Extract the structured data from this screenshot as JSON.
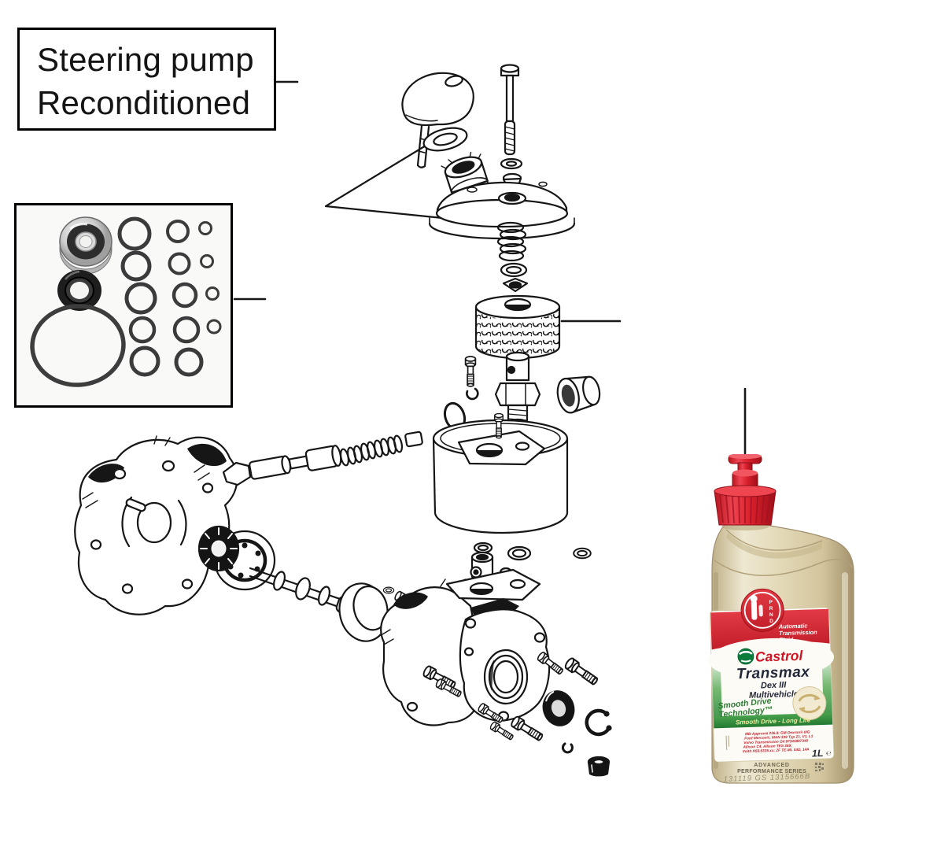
{
  "page": {
    "background": "#ffffff"
  },
  "callout": {
    "line1": "Steering pump",
    "line2": "Reconditioned"
  },
  "bottle": {
    "badge": {
      "letters": [
        "P",
        "R",
        "N",
        "D"
      ]
    },
    "product_type": [
      "Automatic",
      "Transmission",
      "Fluid"
    ],
    "brand": "Castrol",
    "range": "Transmax",
    "grade": "Dex III",
    "application": "Multivehicle",
    "technology": [
      "Smooth Drive",
      "Technology™"
    ],
    "strapline": "Smooth Drive - Long Life",
    "approvals": [
      "MB-Approval 236.9; GM Dexron® IIIG",
      "Ford Mercon®; MAN 339 Typ Z1, V1, L1",
      "Volvo Transmission Oil 97341897340",
      "Allison C4, Allison TES 389;",
      "Voith H55.6335.xx; ZF TE-ML 04D, 14A"
    ],
    "volume": "1L",
    "e_mark": "℮",
    "series": [
      "ADVANCED",
      "PERFORMANCE SERIES"
    ],
    "batch_code": "131119 GS 1315666B"
  },
  "colors": {
    "line": "#161616",
    "castrol_red": "#c9202e",
    "castrol_green": "#2f8b3a",
    "band_text": "#efeb9e",
    "cap_red": "#e02531",
    "bottle_cream": "#d9cda6",
    "label_white": "#fcfbf6"
  }
}
